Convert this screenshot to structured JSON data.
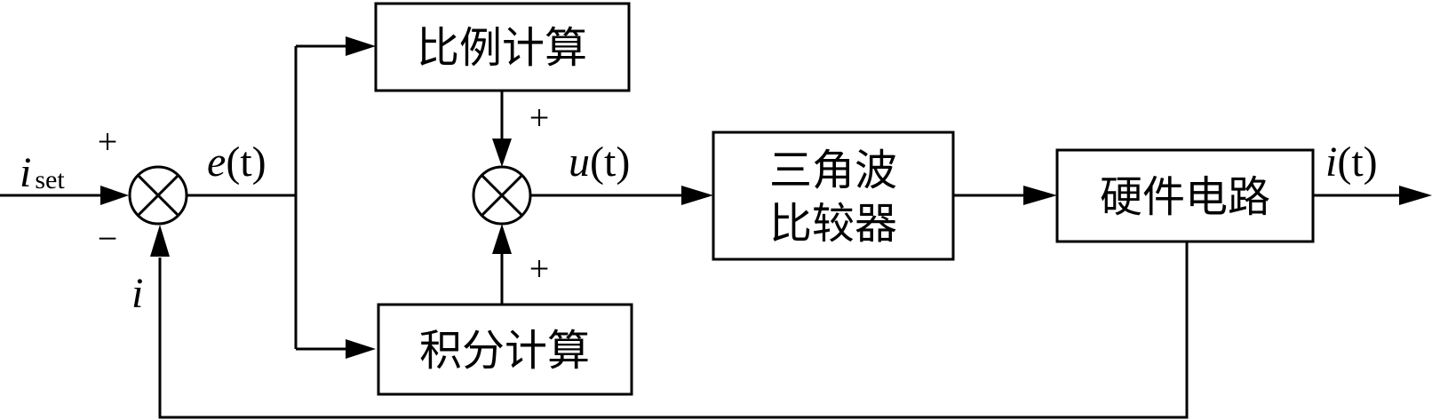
{
  "blocks": {
    "proportional": "比例计算",
    "integral": "积分计算",
    "comparator_line1": "三角波",
    "comparator_line2": "比较器",
    "hardware": "硬件电路"
  },
  "signals": {
    "setpoint_main": "i",
    "setpoint_sub": "set",
    "error_func": "e",
    "error_arg": "(t)",
    "control_func": "u",
    "control_arg": "(t)",
    "output_func": "i",
    "output_arg": "(t)",
    "feedback": "i"
  },
  "signs": {
    "sum1_plus": "+",
    "sum1_minus": "−",
    "sum2_plus_top": "+",
    "sum2_plus_bottom": "+"
  }
}
